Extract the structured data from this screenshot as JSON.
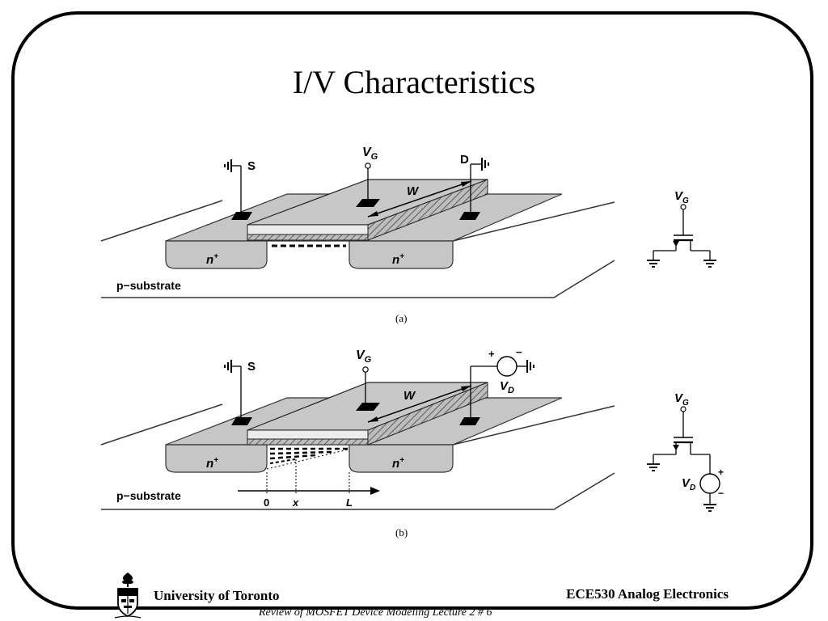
{
  "slide": {
    "title": "I/V Characteristics"
  },
  "diagram_a": {
    "caption": "(a)",
    "source_label": "S",
    "gate_label": "V",
    "gate_sub": "G",
    "drain_label": "D",
    "width_label": "W",
    "n_plus_left": "n",
    "n_plus_right": "n",
    "plus_sup": "+",
    "substrate_label": "p−substrate",
    "symbol_gate": "V",
    "symbol_gate_sub": "G"
  },
  "diagram_b": {
    "caption": "(b)",
    "source_label": "S",
    "gate_label": "V",
    "gate_sub": "G",
    "drain_source_label": "V",
    "drain_source_sub": "D",
    "plus_sign": "+",
    "minus_sign": "−",
    "width_label": "W",
    "n_plus_left": "n",
    "n_plus_right": "n",
    "plus_sup": "+",
    "substrate_label": "p−substrate",
    "axis_zero": "0",
    "axis_x": "x",
    "axis_L": "L",
    "symbol_gate": "V",
    "symbol_gate_sub": "G",
    "symbol_vd": "V",
    "symbol_vd_sub": "D"
  },
  "footer": {
    "left": "University of Toronto",
    "right": "ECE530 Analog Electronics",
    "center": "Review of MOSFET Device Modeling Lecture 2 # 6"
  }
}
